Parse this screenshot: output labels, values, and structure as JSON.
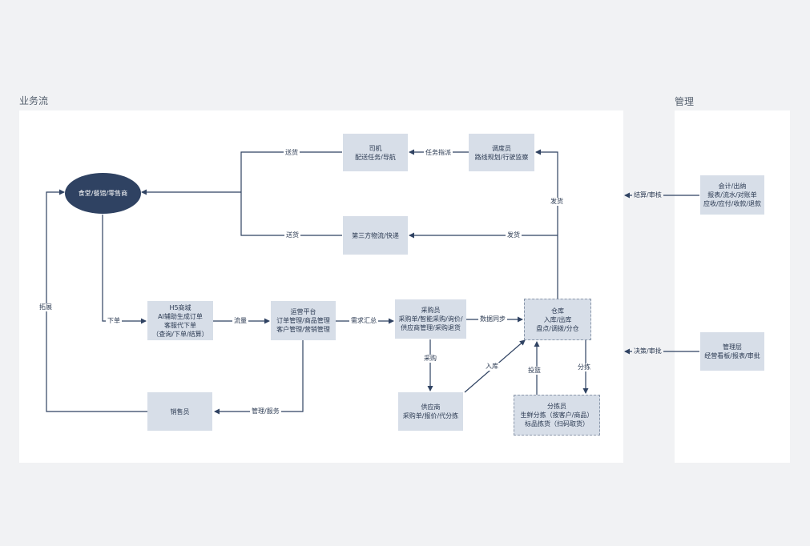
{
  "sections": {
    "business_flow": "业务流",
    "management": "管理"
  },
  "nodes": {
    "canteen": [
      "食堂/餐馆/零售商"
    ],
    "driver": [
      "司机",
      "配送任务/导航"
    ],
    "dispatcher": [
      "调度员",
      "路线规划/行驶监察"
    ],
    "third_party": [
      "第三方物流/快递"
    ],
    "h5_mall": [
      "H5商城",
      "AI辅助生成订单",
      "客服代下单",
      "（查询/下单/结算）"
    ],
    "ops_platform": [
      "运营平台",
      "订单管理/商品管理",
      "客户管理/营销管理"
    ],
    "buyer": [
      "采购员",
      "采购单/智能采购/询价/",
      "供应商管理/采购退货"
    ],
    "warehouse": [
      "仓库",
      "入库/出库",
      "盘点/调拨/分仓"
    ],
    "supplier": [
      "供应商",
      "采购单/报价/代分拣"
    ],
    "sorter": [
      "分拣员",
      "生鲜分拣（按客户/商品）",
      "标品拣货（扫码取货）"
    ],
    "salesperson": [
      "销售员"
    ],
    "accounting": [
      "会计/出纳",
      "报表/流水/对账单",
      "应收/应付/收款/退款"
    ],
    "management_layer": [
      "管理层",
      "经营看板/报表/审批"
    ]
  },
  "edges": {
    "deliver_top": "送货",
    "task_dispatch": "任务指派",
    "ship_right": "发货",
    "deliver_bottom": "送货",
    "ship_mid": "发货",
    "order": "下单",
    "traffic": "流量",
    "demand_summary": "需求汇总",
    "data_sync": "数据同步",
    "purchase": "采购",
    "inbound": "入库",
    "dispatch_goods": "投篮",
    "sorting": "分拣",
    "manage_service": "管理/服务",
    "expand": "拓展",
    "settle_audit": "结算/审核",
    "decision_approval": "决策/审批"
  },
  "colors": {
    "node_fill": "#d7dee8",
    "oval_fill": "#2f4262",
    "line": "#2f4262",
    "panel": "#ffffff",
    "background": "#f1f2f4"
  }
}
